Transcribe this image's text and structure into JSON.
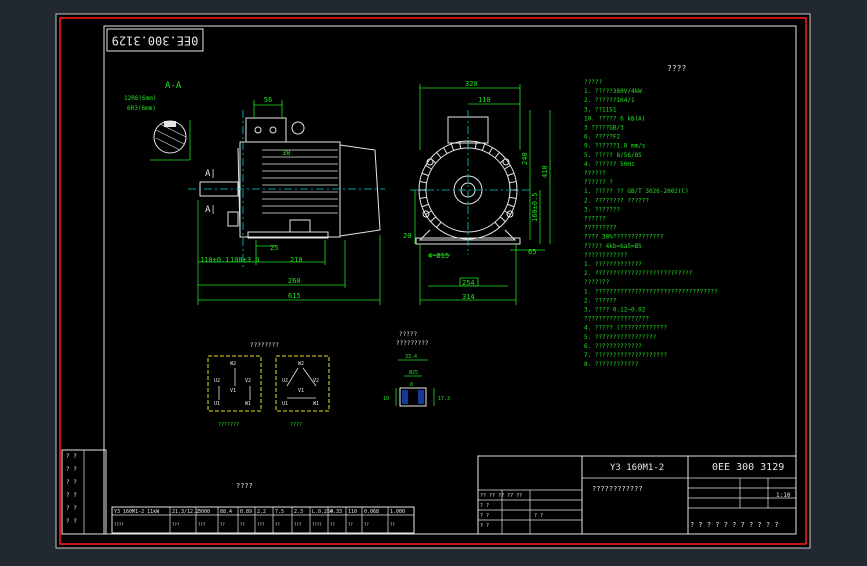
{
  "drawing_number": "0EE.300.3129",
  "drawing_number_title": "0EE 300 3129",
  "model": "Y3 160M1-2",
  "section_label": "A-A",
  "section_marks": [
    "A|",
    "A|"
  ],
  "roughness_labels": [
    "12R6(6mm)",
    "6R3(6mm)"
  ],
  "front_view_dims": {
    "d1": "56",
    "d2": "38",
    "d3": "25",
    "d4": "210",
    "d5": "110±0.1",
    "d6": "108±3.0",
    "d7": "260",
    "d8": "615"
  },
  "side_view_dims": {
    "d1": "320",
    "d2": "110",
    "d3": "240",
    "d4": "410",
    "d5": "160±0.5",
    "d6": "20",
    "d7": "4-Ø15",
    "d8": "65",
    "d9": "254",
    "d10": "314"
  },
  "notes_title": "????",
  "notes_lines": [
    "?????",
    "1. ?????380V/4kW",
    "2. ??????1K4/1",
    "3. ??11S1",
    "10. ????? 6 kB(A)",
    "3 ?????GB/3",
    "6. ?????F2",
    "9. ??????1.8 mm/s",
    "5. ????? 8/56/85",
    "4. ?????? 50Hz",
    "??????",
    "?????? ?",
    "1. ????? ?? GB/T 3026-2002(C)",
    "2. ???????? ??????",
    "3. ???????",
    "??????",
    "?????????",
    "???? 38%??????????????",
    "????? 4kb=6a5=B5",
    "????????????",
    "1. ?????????????",
    "2. ???????????????????????????",
    "???????",
    "1. ??????????????????????????????????",
    "2. ??????",
    "3. ???? 0.12~0.02",
    "??????????????????",
    "4. ????? (?????????????",
    "5. ?????????????????",
    "6. ?????????????",
    "7. ????????????????????",
    "8. ????????????"
  ],
  "wiring_title": "????????",
  "wiring_caption": "???????",
  "wiring_caption2": "????",
  "terminal_labels": [
    "W2",
    "U2",
    "V2",
    "U1",
    "V1",
    "W1"
  ],
  "key_title": "?????",
  "key_subtitle": "?????????",
  "key_dims": [
    "33.4",
    "Ø25",
    "8",
    "10",
    "17.3"
  ],
  "table_title": "????",
  "table_row1": [
    "Y3 160M1-2 11kW",
    "21.3/12.2",
    "3000",
    "88.4",
    "0.89",
    "2.2",
    "7.5",
    "2.3",
    "L.0.254",
    "0.33",
    "110",
    "0.068",
    "1.000"
  ],
  "table_row2": [
    "????",
    "???",
    "???",
    "??",
    "??",
    "???",
    "??",
    "???",
    "????",
    "??",
    "??",
    "??",
    "??"
  ],
  "left_stamp": [
    "? ?",
    "? ?",
    "? ?",
    "? ?",
    "? ?",
    "? ?"
  ],
  "title_block": {
    "company": "????????????",
    "scale": "1:10",
    "sheet": "? ? ? ? ? ? ? ? ? ? ?",
    "rows": [
      "?? ?? ?? ?? ??",
      "? ?",
      "? ?",
      "? ?",
      "? ?"
    ]
  }
}
